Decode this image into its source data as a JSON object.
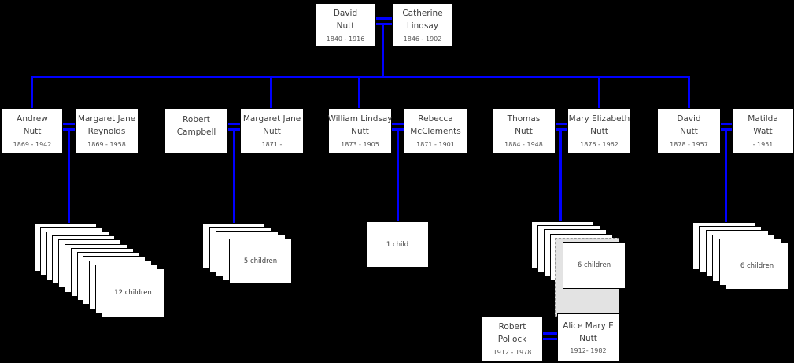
{
  "diagram_type": "family-tree",
  "persons": {
    "david_sr": {
      "line1": "David",
      "line2": "Nutt",
      "dates": "1840 - 1916"
    },
    "catherine": {
      "line1": "Catherine",
      "line2": "Lindsay",
      "dates": "1846 - 1902"
    },
    "andrew": {
      "line1": "Andrew",
      "line2": "Nutt",
      "dates": "1869 - 1942"
    },
    "margaret_reynolds": {
      "line1": "Margaret Jane",
      "line2": "Reynolds",
      "dates": "1869 - 1958"
    },
    "robert_campbell": {
      "line1": "Robert",
      "line2": "Campbell",
      "dates": ""
    },
    "margaret_nutt": {
      "line1": "Margaret Jane",
      "line2": "Nutt",
      "dates": "1871 -"
    },
    "william": {
      "line1": "William Lindsay",
      "line2": "Nutt",
      "dates": "1873 - 1905"
    },
    "rebecca": {
      "line1": "Rebecca",
      "line2": "McClements",
      "dates": "1871 - 1901"
    },
    "thomas": {
      "line1": "Thomas",
      "line2": "Nutt",
      "dates": "1884 - 1948"
    },
    "mary_elizabeth": {
      "line1": "Mary Elizabeth",
      "line2": "Nutt",
      "dates": "1876 - 1962"
    },
    "david_jr": {
      "line1": "David",
      "line2": "Nutt",
      "dates": "1878 - 1957"
    },
    "matilda": {
      "line1": "Matilda",
      "line2": "Watt",
      "dates": "- 1951"
    },
    "robert_pollock": {
      "line1": "Robert",
      "line2": "Pollock",
      "dates": "1912 - 1978"
    },
    "alice": {
      "line1": "Alice Mary E",
      "line2": "Nutt",
      "dates": "1912- 1982"
    }
  },
  "child_groups": [
    {
      "label": "12 children",
      "count": 12
    },
    {
      "label": "5 children",
      "count": 5
    },
    {
      "label": "1 child",
      "count": 1
    },
    {
      "label": "6 children",
      "count": 6,
      "expanded": true
    },
    {
      "label": "6 children",
      "count": 6
    }
  ],
  "colors": {
    "background": "#000000",
    "connector": "#0000ff",
    "card_background": "#ffffff",
    "card_border": "#000000",
    "expanded_card_background": "#e3e3e3",
    "expanded_card_border": "#979797",
    "text": "#3d3d3d"
  }
}
